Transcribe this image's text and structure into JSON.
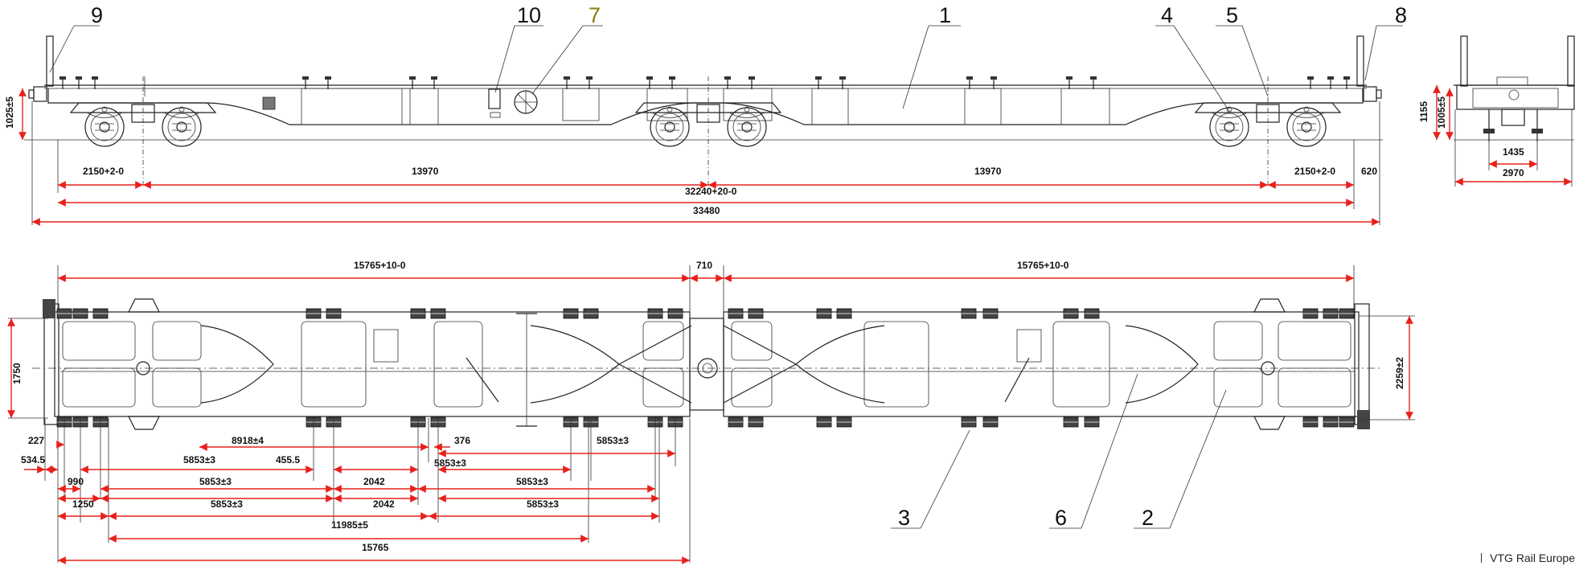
{
  "callouts": {
    "c1": "1",
    "c2": "2",
    "c3": "3",
    "c4": "4",
    "c5": "5",
    "c6": "6",
    "c7": "7",
    "c8": "8",
    "c9": "9",
    "c10": "10"
  },
  "side_view_dims": {
    "height": "1025±5",
    "bogie_left": "2150+2-0",
    "pivot_left": "13970",
    "pivot_right": "13970",
    "bogie_right": "2150+2-0",
    "overhang": "620",
    "pivot_total": "32240+20-0",
    "overall": "33480"
  },
  "end_view_dims": {
    "height_total": "1155",
    "height_deck": "1005±5",
    "gauge": "1435",
    "width": "2970"
  },
  "top_view_dims": {
    "half_left": "15765+10-0",
    "joint": "710",
    "half_right": "15765+10-0",
    "width_left": "1750",
    "width_right": "2259±2",
    "d227": "227",
    "d534": "534.5",
    "d8918": "8918±4",
    "d376": "376",
    "d5853_r1": "5853±3",
    "d5853_a": "5853±3",
    "d455": "455.5",
    "d5853_b": "5853±3",
    "d990": "990",
    "d5853_c": "5853±3",
    "d2042_a": "2042",
    "d5853_d": "5853±3",
    "d1250": "1250",
    "d5853_e": "5853±3",
    "d2042_b": "2042",
    "d5853_f": "5853±3",
    "d11985": "11985±5",
    "d15765": "15765"
  },
  "footer": {
    "company": "VTG Rail Europe"
  }
}
